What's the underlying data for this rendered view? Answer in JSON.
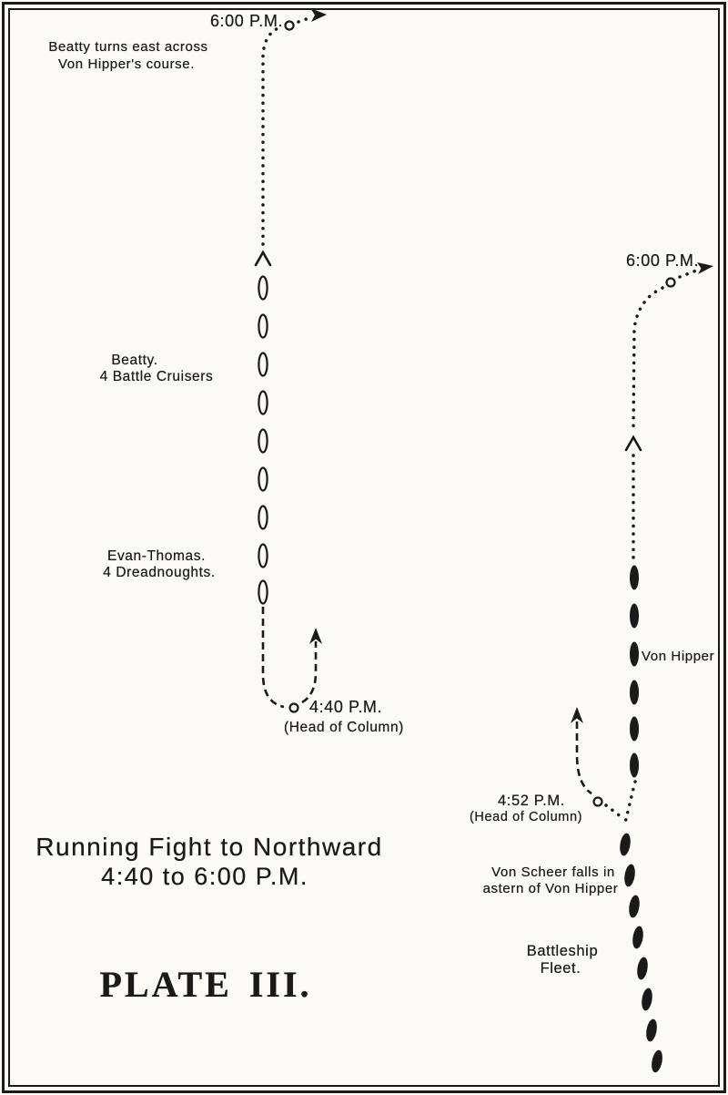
{
  "colors": {
    "ink": "#1a1a1a",
    "paper": "#fbfaf6"
  },
  "plate": {
    "title": "PLATE III."
  },
  "caption": {
    "line1": "Running Fight to Northward",
    "line2": "4:40 to 6:00 P.M."
  },
  "beatty": {
    "time_top": "6:00 P.M.",
    "note_line1": "Beatty turns east across",
    "note_line2": "Von Hipper's course.",
    "label_line1": "Beatty.",
    "label_line2": "4 Battle Cruisers",
    "evan_line1": "Evan-Thomas.",
    "evan_line2": "4 Dreadnoughts.",
    "time_bottom": "4:40 P.M.",
    "head_of_column": "(Head of Column)"
  },
  "german": {
    "time_top": "6:00 P.M.",
    "von_hipper": "Von Hipper",
    "time_bottom": "4:52 P.M.",
    "head_of_column": "(Head of Column)",
    "scheer_line1": "Von Scheer falls in",
    "scheer_line2": "astern of Von Hipper",
    "fleet_line1": "Battleship",
    "fleet_line2": "Fleet."
  }
}
